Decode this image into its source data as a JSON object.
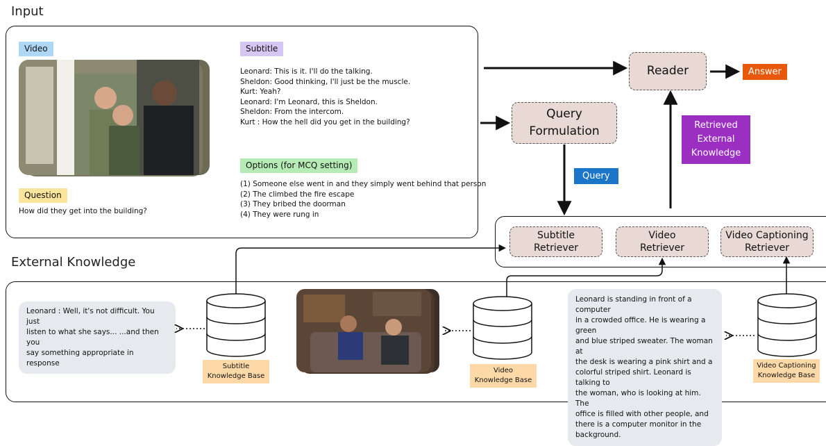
{
  "titles": {
    "input": "Input",
    "external": "External Knowledge"
  },
  "input": {
    "video_tag": "Video",
    "subtitle_tag": "Subtitle",
    "subtitle_lines": [
      "Leonard: This is it. I'll do the talking.",
      "Sheldon: Good thinking, I'll just be the muscle.",
      "Kurt: Yeah?",
      "Leonard: I'm Leonard, this is Sheldon.",
      "Sheldon: From the intercom.",
      "Kurt : How the hell did you get in the building?"
    ],
    "options_tag": "Options (for MCQ setting)",
    "options": [
      "(1) Someone else went in and they simply went behind that person",
      "(2) The climbed the fire escape",
      "(3) They bribed the doorman",
      "(4) They were rung in"
    ],
    "question_tag": "Question",
    "question": "How did they get into the building?"
  },
  "pipeline": {
    "reader": "Reader",
    "answer": "Answer",
    "query_formulation": [
      "Query",
      "Formulation"
    ],
    "query": "Query",
    "retrieved": [
      "Retrieved",
      "External",
      "Knowledge"
    ],
    "retrievers": [
      [
        "Subtitle",
        "Retriever"
      ],
      [
        "Video",
        "Retriever"
      ],
      [
        "Video Captioning",
        "Retriever"
      ]
    ]
  },
  "knowledge": {
    "subtitle_snippet": [
      "Leonard : Well, it's not difficult. You just",
      "listen to what she says... ...and then you",
      "say something appropriate in response"
    ],
    "subtitle_kb": [
      "Subtitle",
      "Knowledge Base"
    ],
    "video_kb": [
      "Video",
      "Knowledge Base"
    ],
    "caption_kb": [
      "Video Captioning",
      "Knowledge Base"
    ],
    "caption_text": [
      "Leonard is standing in front of a computer",
      "in a crowded office. He is wearing a green",
      "and blue striped sweater. The woman at",
      "the desk is wearing a pink shirt and a",
      "colorful striped shirt. Leonard is talking to",
      "the woman, who is looking at him. The",
      "office is filled with other people, and",
      "there is a computer monitor in the",
      "background."
    ]
  },
  "colors": {
    "node_fill": "#e8d9d5",
    "answer": "#e8590c",
    "query": "#1b76c9",
    "retrieved": "#9b2fc2",
    "kb_label": "#fdd9a8"
  }
}
